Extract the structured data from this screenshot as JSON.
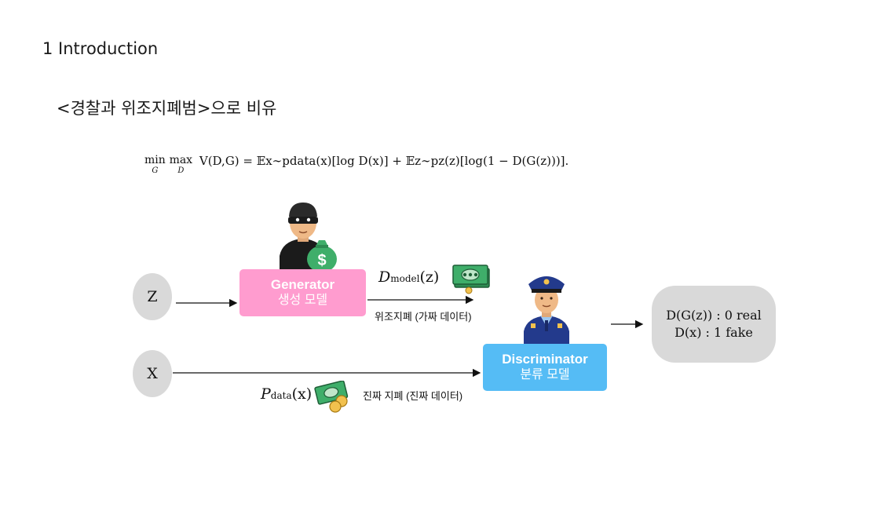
{
  "section": {
    "heading": "1 Introduction",
    "subheading": "<경찰과 위조지폐범>으로 비유"
  },
  "formula": {
    "min_op": "min",
    "min_sub": "G",
    "max_op": "max",
    "max_sub": "D",
    "expression": "V(D,G) = 𝔼x∼pdata(x)[log D(x)] + 𝔼z∼pz(z)[log(1 − D(G(z)))]."
  },
  "diagram": {
    "input_z": "Z",
    "input_x": "X",
    "generator": {
      "title": "Generator",
      "subtitle": "생성 모델"
    },
    "discriminator": {
      "title": "Discriminator",
      "subtitle": "분류 모델"
    },
    "fake_label_math": {
      "symbol": "D",
      "sub": "model",
      "arg": "(z)"
    },
    "fake_label_text": "위조지폐 (가짜 데이터)",
    "real_label_math": {
      "symbol": "P",
      "sub": "data",
      "arg": "(x)"
    },
    "real_label_text": "진짜 지폐 (진짜 데이터)",
    "output_line1": "D(G(z)) : 0 real",
    "output_line2": "D(x) : 1 fake",
    "colors": {
      "generator": "#ff9ccf",
      "discriminator": "#55bcf5",
      "node": "#d9d9d9",
      "money": "#3fae6a"
    },
    "icons": [
      "thief-icon",
      "money-bag-icon",
      "police-officer-icon",
      "banknote-icon",
      "banknote-coins-icon"
    ]
  }
}
